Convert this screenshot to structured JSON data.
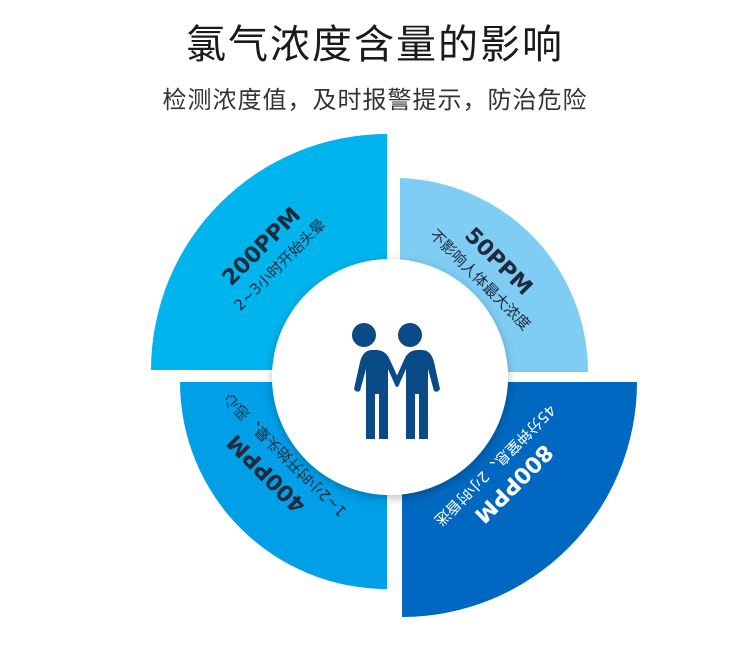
{
  "title": "氯气浓度含量的影响",
  "subtitle": "检测浓度值，及时报警提示，防治危险",
  "segments": [
    {
      "ppm": "200PPM",
      "desc": "2~3小时开始头晕",
      "color": "#00b4ee"
    },
    {
      "ppm": "50PPM",
      "desc": "不影响人体最大浓度",
      "color": "#7fcdf4"
    },
    {
      "ppm": "400PPM",
      "desc": "1~2小时开始头晕、恶心",
      "color": "#009fe8"
    },
    {
      "ppm": "800PPM",
      "desc": "45分钟窒息、2小时昏迷",
      "color": "#0068c0"
    }
  ],
  "icon_color": "#0a4a86"
}
